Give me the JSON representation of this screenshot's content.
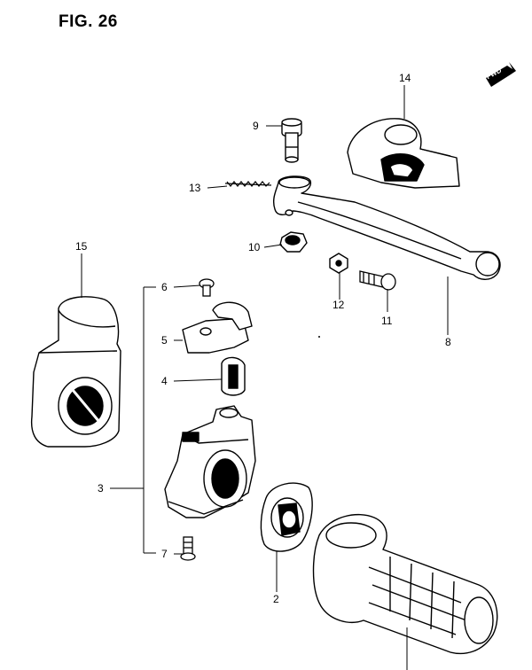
{
  "figure": {
    "title": "FIG. 26",
    "direction_label": "FWD"
  },
  "callouts": {
    "c1": "",
    "c2": "2",
    "c3": "3",
    "c4": "4",
    "c5": "5",
    "c6": "6",
    "c7": "7",
    "c8": "8",
    "c9": "9",
    "c10": "10",
    "c11": "11",
    "c12": "12",
    "c13": "13",
    "c14": "14",
    "c15": "15"
  },
  "parts": [
    "lever-cover",
    "lever-pivot-bolt",
    "adjuster-spring",
    "pivot-nut",
    "lever",
    "lock-nut",
    "screw",
    "lever-holder",
    "screw-top",
    "clamp-plate",
    "clip",
    "screw-bottom",
    "plate",
    "grip",
    "switch-cover"
  ],
  "colors": {
    "ink": "#000000",
    "paper": "#ffffff",
    "shade": "#d9d9d9"
  }
}
